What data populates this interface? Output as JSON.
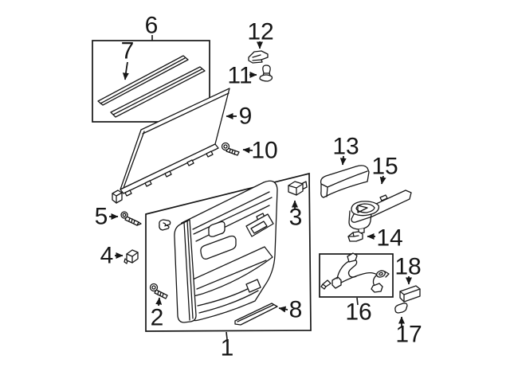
{
  "diagram": {
    "background": "#ffffff",
    "ink": "#161616",
    "callouts": [
      "1",
      "2",
      "3",
      "4",
      "5",
      "6",
      "7",
      "8",
      "9",
      "10",
      "11",
      "12",
      "13",
      "14",
      "15",
      "16",
      "17",
      "18"
    ]
  }
}
